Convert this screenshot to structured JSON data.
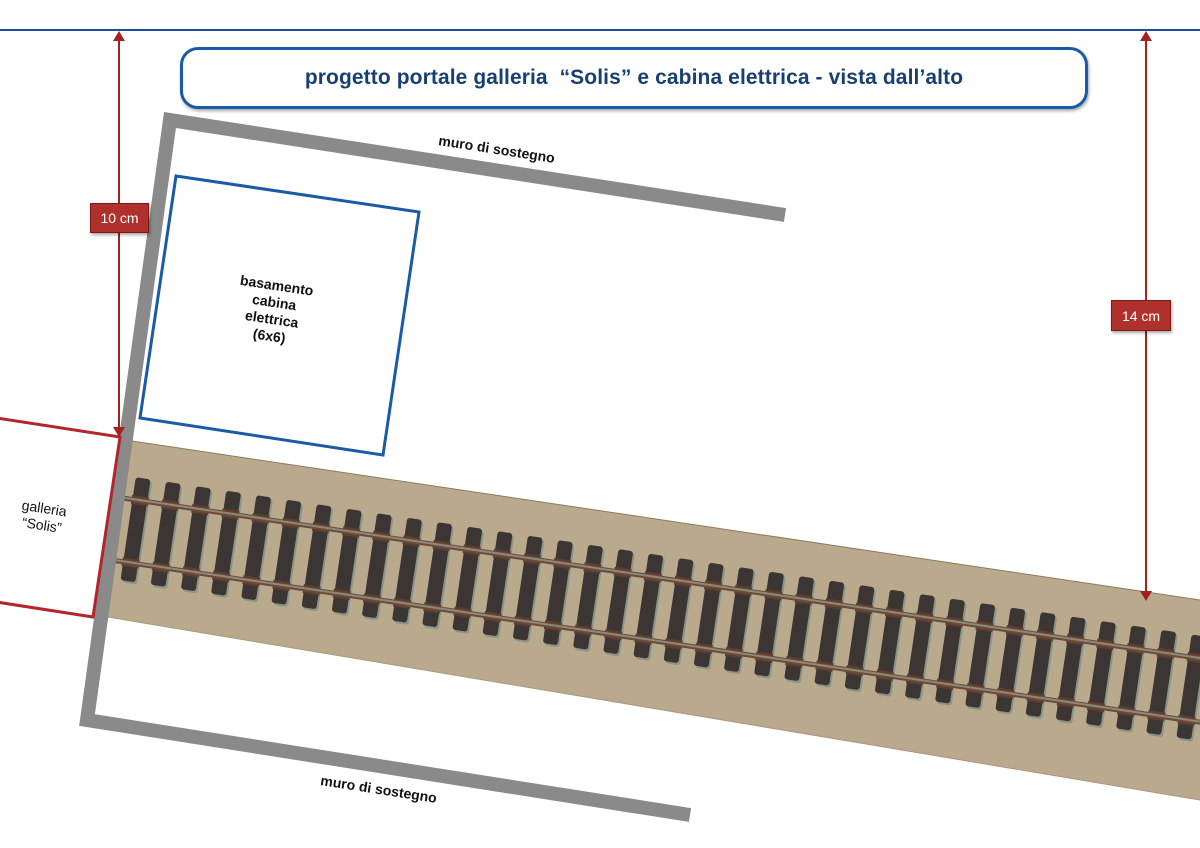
{
  "title": "progetto portale galleria  “Solis” e cabina elettrica - vista dall’alto",
  "dimensions": {
    "left": {
      "label": "10 cm"
    },
    "right": {
      "label": "14 cm"
    }
  },
  "labels": {
    "wall_top": "muro di sostegno",
    "wall_bottom": "muro di sostegno",
    "cabin": [
      "basamento",
      "cabina",
      "elettrica",
      "(6x6)"
    ],
    "tunnel": [
      "galleria",
      "“Solis”"
    ]
  },
  "colors": {
    "title_border": "#1b5aa6",
    "title_text": "#173f73",
    "guide_line": "#1b4f9c",
    "dimension": "#a3221f",
    "dimension_label_bg": "#b0302c",
    "wall": "#8a8a8a",
    "cabin_outline": "#1b5aa6",
    "tunnel_outline": "#b3262a",
    "track_bed": "#b9a88a",
    "sleeper": "#3b3533",
    "rail": "#6d4a3a"
  }
}
